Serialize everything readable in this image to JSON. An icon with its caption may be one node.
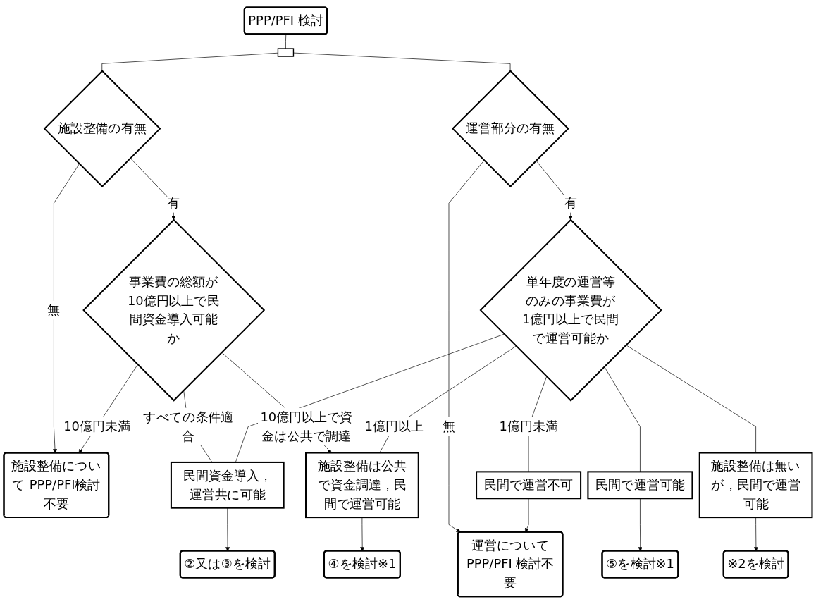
{
  "diagram": {
    "nodes": [
      {
        "text": [
          "PPP/PFI 検討"
        ]
      },
      {
        "text": [],
        "shape": "bar"
      },
      {
        "text": [
          "施設整備の有無"
        ]
      },
      {
        "text": [
          "運営部分の有無"
        ]
      },
      {
        "text": [
          "施設整備について PPP/PFI検討不要"
        ]
      },
      {
        "text": [
          "運営についてPPP/PFI 検討不要"
        ]
      },
      {
        "text": [
          "事業費の総額が10億円以上で民間資金導入可能か"
        ]
      },
      {
        "text": [
          "単年度の運営等のみの事業費が1億円以上で民間で運営可能か"
        ]
      },
      {
        "text": [
          "民間で運営不可"
        ]
      },
      {
        "text": [
          "民間資金導入，運営共に可能"
        ]
      },
      {
        "text": [
          "民間で運営可能"
        ]
      },
      {
        "text": [
          "②又は③を検討"
        ]
      },
      {
        "text": [
          "⑤を検討※1"
        ]
      },
      {
        "text": [
          "施設整備は公共で資金調達，民間で運営可能"
        ]
      },
      {
        "text": [
          "施設整備は無いが，民間で運営可能"
        ]
      },
      {
        "text": [
          "④を検討※1"
        ]
      },
      {
        "text": [
          "※2を検討"
        ]
      }
    ],
    "edges": [
      {
        "from": 0,
        "to": 1,
        "arrow": "none"
      },
      {
        "from": 1,
        "to": 2,
        "arrow": "none"
      },
      {
        "from": 1,
        "to": 3,
        "arrow": "none"
      },
      {
        "from": 2,
        "to": 4,
        "arrow": "to",
        "label": "無"
      },
      {
        "from": 2,
        "to": 6,
        "arrow": "to",
        "label": "有"
      },
      {
        "from": 3,
        "to": 5,
        "arrow": "to",
        "label": "無"
      },
      {
        "from": 3,
        "to": 7,
        "arrow": "to",
        "label": "有"
      },
      {
        "from": 6,
        "to": 4,
        "arrow": "to",
        "label": "10億円未満"
      },
      {
        "from": 6,
        "to": 9,
        "arrow": "none",
        "label": "すべての条件適合"
      },
      {
        "from": 7,
        "to": 9,
        "arrow": "none"
      },
      {
        "from": 7,
        "to": 8,
        "arrow": "none",
        "label": "1億円未満"
      },
      {
        "from": 7,
        "to": 10,
        "arrow": "none"
      },
      {
        "from": 8,
        "to": 5,
        "arrow": "to"
      },
      {
        "from": 9,
        "to": 11,
        "arrow": "to"
      },
      {
        "from": 10,
        "to": 12,
        "arrow": "to"
      },
      {
        "from": 6,
        "to": 13,
        "arrow": "to",
        "label": "10億円以上で資金は公共で調達"
      },
      {
        "from": 7,
        "to": 13,
        "arrow": "none",
        "label": "1億円以上"
      },
      {
        "from": 7,
        "to": 14,
        "arrow": "none"
      },
      {
        "from": 13,
        "to": 15,
        "arrow": "to"
      },
      {
        "from": 14,
        "to": 16,
        "arrow": "to"
      }
    ]
  }
}
